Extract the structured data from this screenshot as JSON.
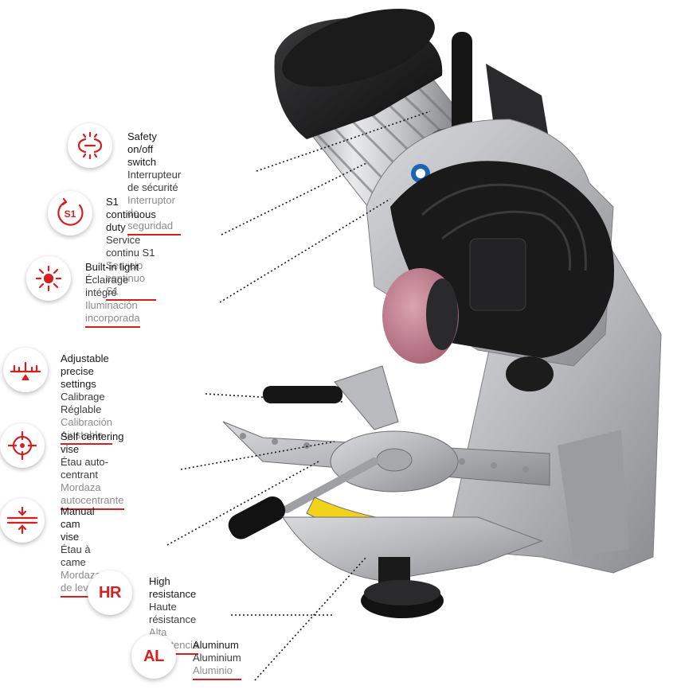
{
  "accent_color": "#d81e1e",
  "features": [
    {
      "icon": "power-switch-icon",
      "en": "Safety on/off switch",
      "fr": "Interrupteur de sécurité",
      "es": "Interruptor de seguridad"
    },
    {
      "icon": "s1-duty-icon",
      "badge": "S1",
      "en": "S1 continuous duty",
      "fr": "Service continu S1",
      "es": "Servicio continuo S1"
    },
    {
      "icon": "light-icon",
      "en": "Built-in light",
      "fr": "Éclairage intégré",
      "es": "Iluminación incorporada"
    },
    {
      "icon": "scale-icon",
      "en": "Adjustable precise settings",
      "fr": "Calibrage Réglable",
      "es": "Calibración Ajustable"
    },
    {
      "icon": "crosshair-icon",
      "en": "Self centering vise",
      "fr": "Étau auto-centrant",
      "es": "Mordaza autocentrante"
    },
    {
      "icon": "cam-vise-icon",
      "en": "Manual cam vise",
      "fr": "Étau à came",
      "es": "Mordaza de levas"
    },
    {
      "icon": "hr-icon",
      "badge": "HR",
      "en": "High resistance",
      "fr": "Haute résistance",
      "es": "Alta resistencia"
    },
    {
      "icon": "al-icon",
      "badge": "AL",
      "en": "Aluminum",
      "fr": "Aluminium",
      "es": "Aluminio"
    }
  ]
}
